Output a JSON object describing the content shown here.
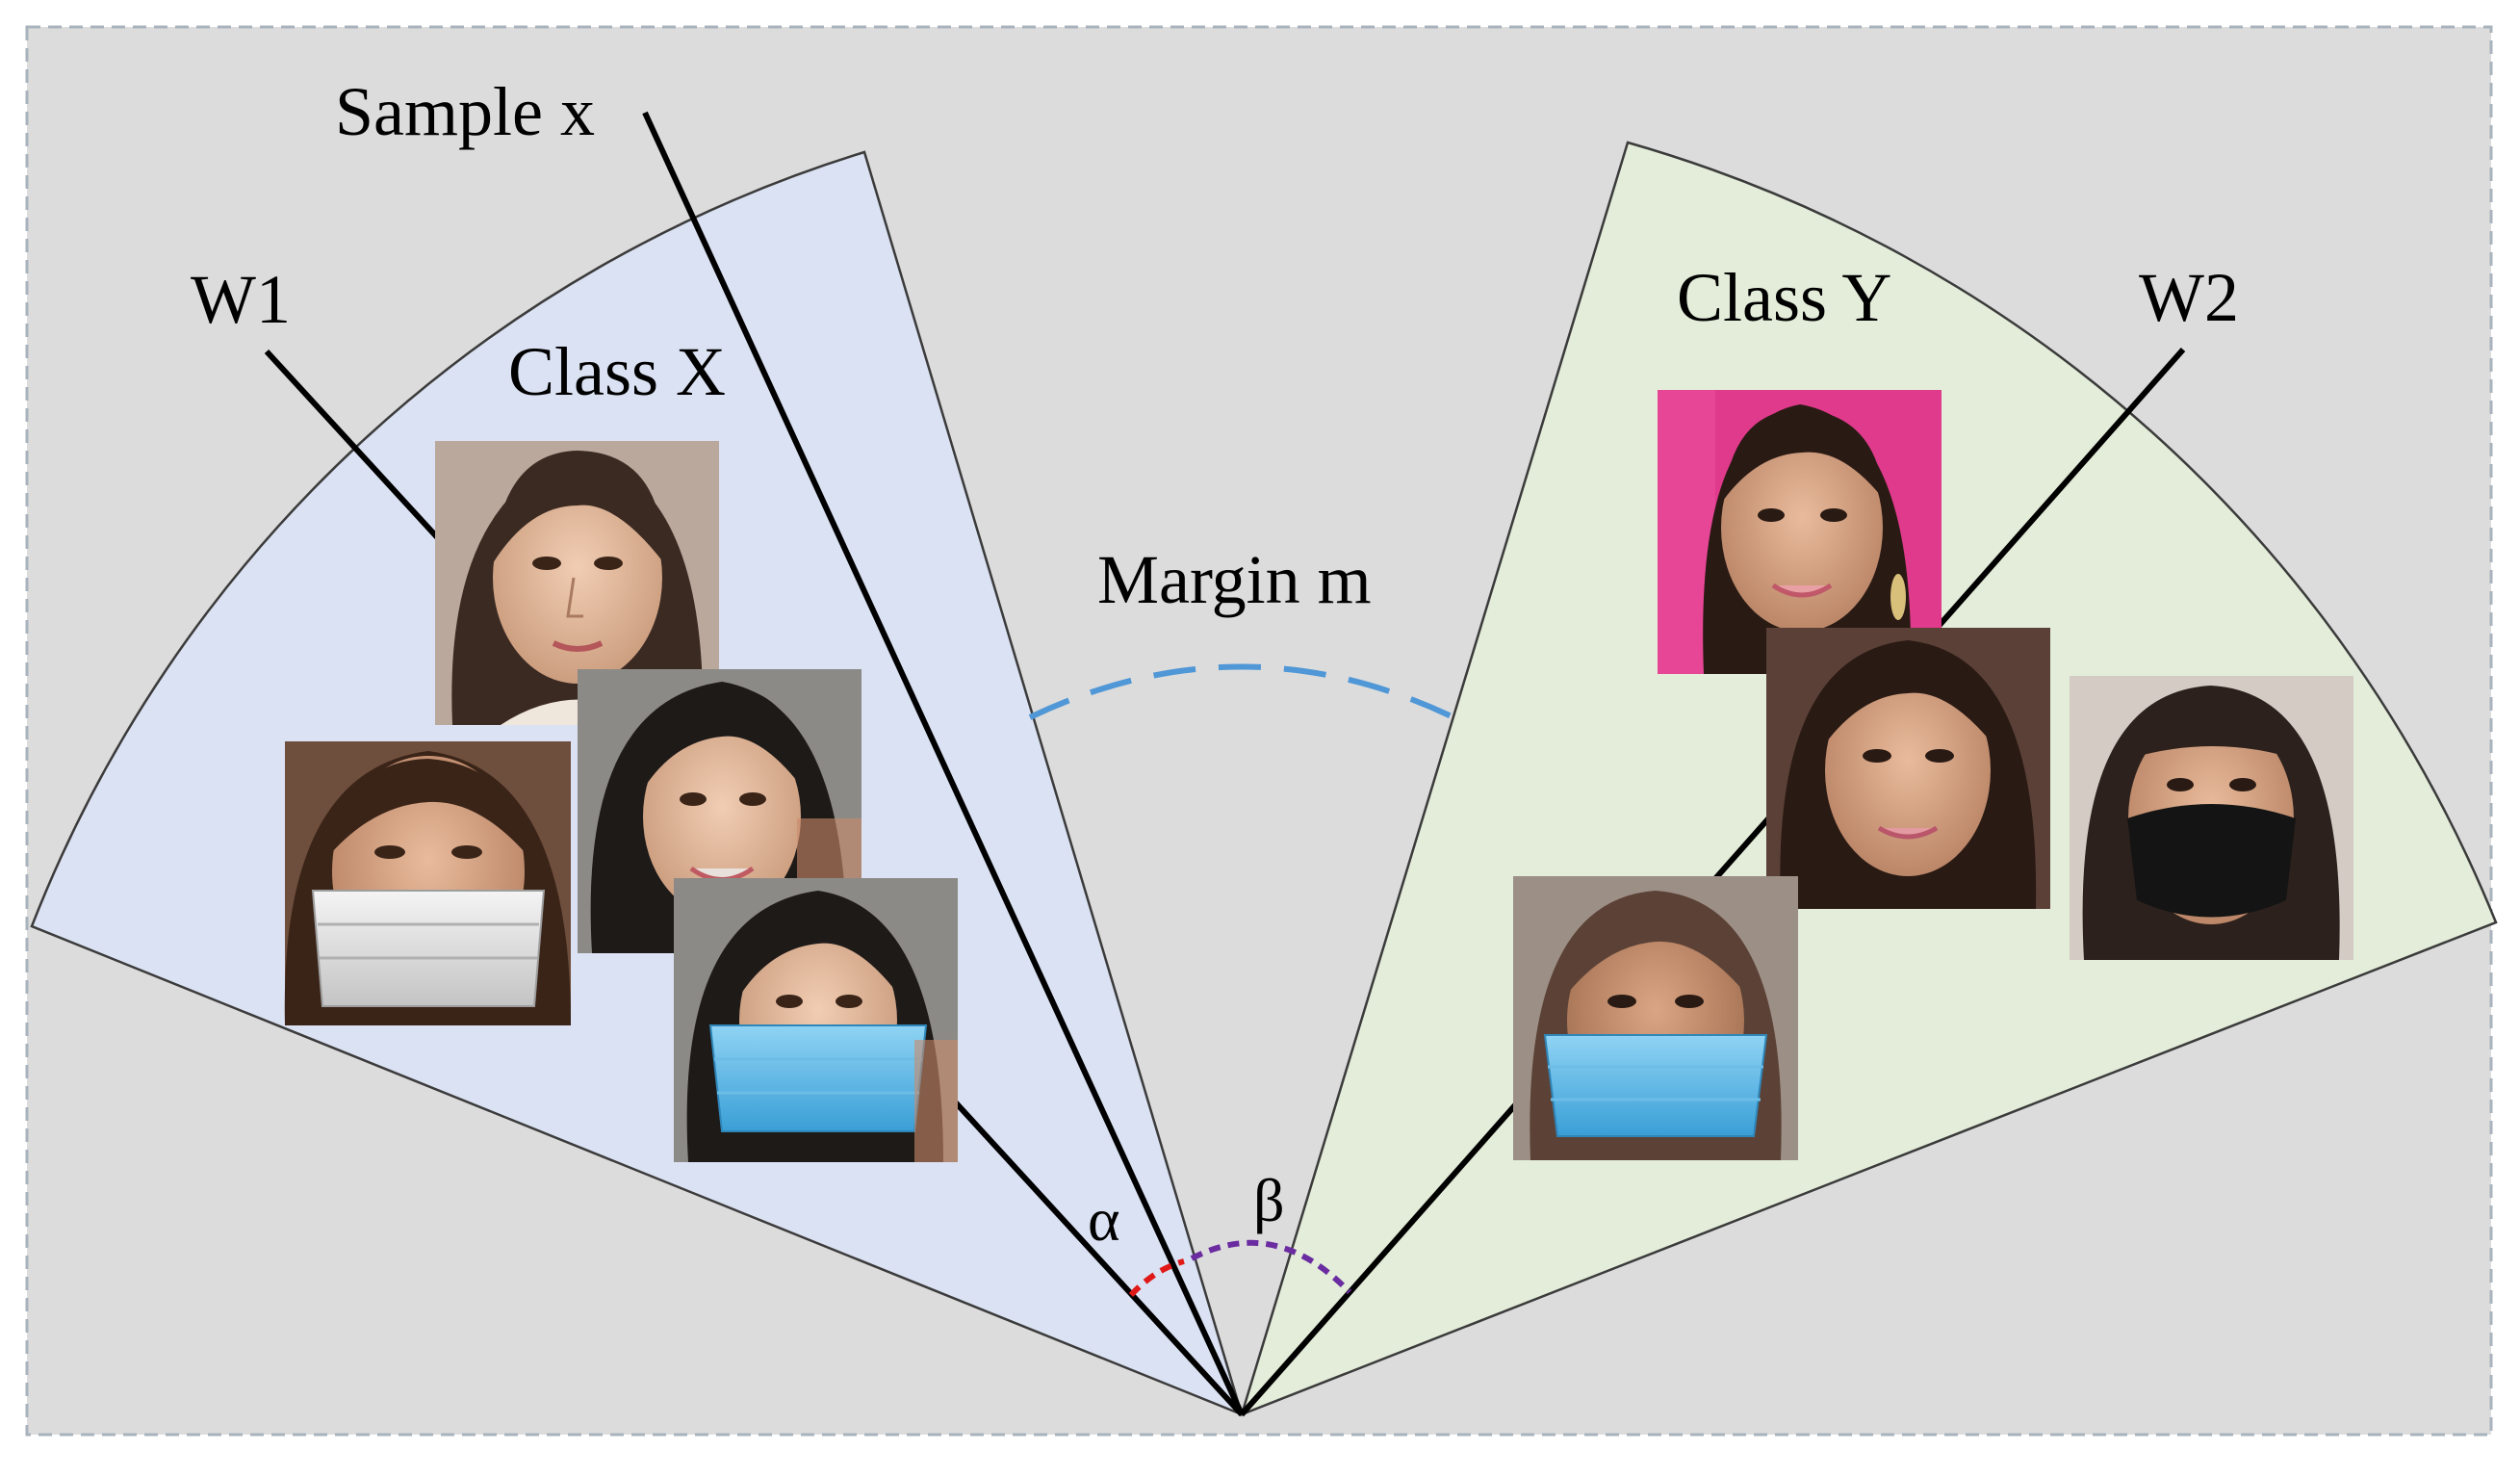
{
  "labels": {
    "sample": "Sample x",
    "w1": "W1",
    "w2": "W2",
    "class_x": "Class X",
    "class_y": "Class Y",
    "margin": "Margin m",
    "alpha": "α",
    "beta": "β"
  },
  "colors": {
    "background": "#dcdcdc",
    "class_x_fill": "#dbe2f3",
    "class_y_fill": "#e3edd9",
    "margin_arc": "#4f97d6",
    "alpha_arc": "#e01818",
    "beta_arc": "#6a2ca0",
    "alpha_text": "#e01818",
    "beta_text": "#6a2ca0"
  }
}
